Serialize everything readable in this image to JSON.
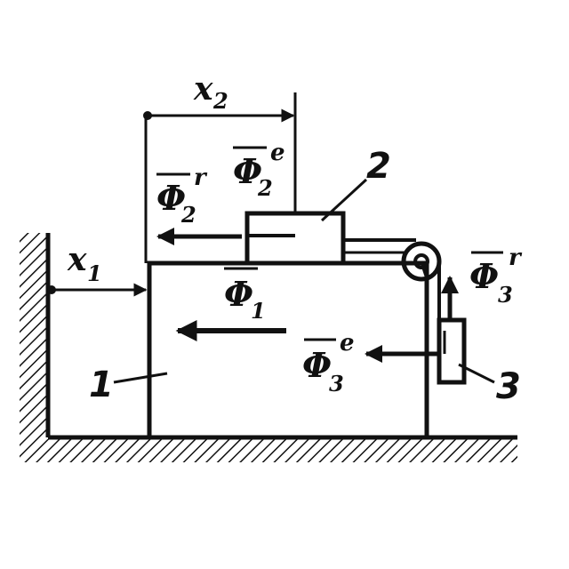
{
  "labels": {
    "x1": "x",
    "x1_sub": "1",
    "x2": "x",
    "x2_sub": "2",
    "phi": "Φ",
    "phi1_sub": "1",
    "phi2r_sub": "2",
    "phi2r_sup": "r",
    "phi2e_sub": "2",
    "phi2e_sup": "e",
    "phi3r_sub": "3",
    "phi3r_sup": "r",
    "phi3e_sub": "3",
    "phi3e_sup": "e",
    "body1": "1",
    "body2": "2",
    "body3": "3"
  },
  "colors": {
    "ink": "#111111",
    "background": "#ffffff"
  }
}
